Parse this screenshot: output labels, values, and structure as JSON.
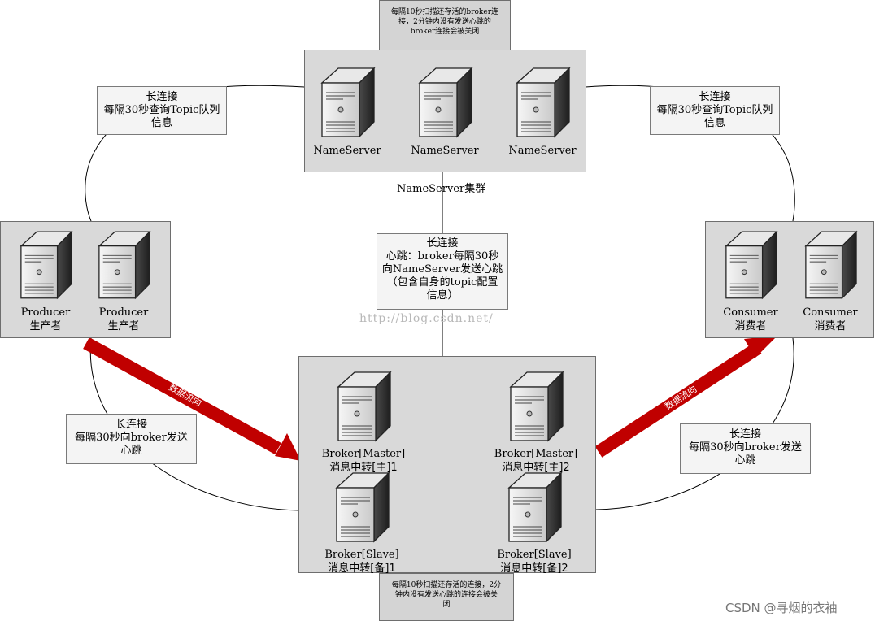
{
  "top_note": [
    "每隔10秒扫描还存活的broker连",
    "接，2分钟内没有发送心跳的",
    "broker连接会被关闭"
  ],
  "bottom_note": [
    "每隔10秒扫描还存活的连接，2分",
    "钟内没有发送心跳的连接会被关",
    "闭"
  ],
  "nameserver": {
    "servers": [
      "NameServer",
      "NameServer",
      "NameServer"
    ],
    "cluster_label": "NameServer集群"
  },
  "left_top_note": [
    "长连接",
    "每隔30秒查询Topic队列",
    "信息"
  ],
  "right_top_note": [
    "长连接",
    "每隔30秒查询Topic队列",
    "信息"
  ],
  "center_note": [
    "长连接",
    "心跳：broker每隔30秒",
    "向NameServer发送心跳",
    "（包含自身的topic配置",
    "信息）"
  ],
  "left_bottom_note": [
    "长连接",
    "每隔30秒向broker发送",
    "心跳"
  ],
  "right_bottom_note": [
    "长连接",
    "每隔30秒向broker发送",
    "心跳"
  ],
  "producers": [
    {
      "name": "Producer",
      "sub": "生产者"
    },
    {
      "name": "Producer",
      "sub": "生产者"
    }
  ],
  "consumers": [
    {
      "name": "Consumer",
      "sub": "消费者"
    },
    {
      "name": "Consumer",
      "sub": "消费者"
    }
  ],
  "brokers": [
    {
      "name": "Broker[Master]",
      "sub": "消息中转[主]1"
    },
    {
      "name": "Broker[Master]",
      "sub": "消息中转[主]2"
    },
    {
      "name": "Broker[Slave]",
      "sub": "消息中转[备]1"
    },
    {
      "name": "Broker[Slave]",
      "sub": "消息中转[备]2"
    }
  ],
  "flow_label": "数据流向",
  "watermark": "http://blog.csdn.net/",
  "brand": "CSDN @寻烟的衣袖",
  "colors": {
    "arrow": "#c00000",
    "panel": "#d9d9d9",
    "note": "#f4f4f4"
  }
}
